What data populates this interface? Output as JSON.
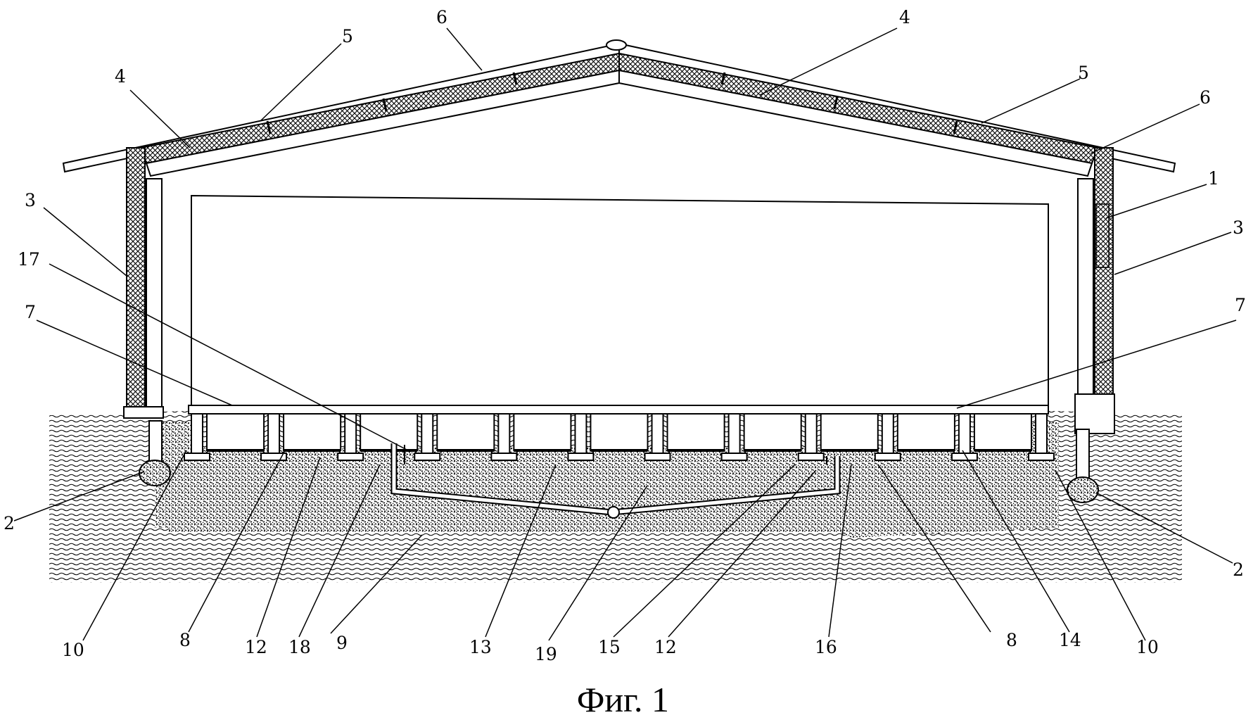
{
  "caption": "Фиг. 1",
  "colors": {
    "ink": "#000000",
    "paper": "#ffffff"
  },
  "labels": {
    "roof_panel_left": "4",
    "roof_panel_right": "4",
    "roof_joint_left": "5",
    "roof_joint_right": "5",
    "roof_cover_left": "6",
    "roof_cover_right": "6",
    "wall_panel": "1",
    "wall_left": "3",
    "wall_right": "3",
    "connector": "17",
    "floor_beam_left": "7",
    "floor_beam_right": "7",
    "drain_left": "2",
    "drain_right": "2",
    "support_left": "10",
    "support_right": "10",
    "cell_left": "8",
    "cell_right": "8",
    "pad_left": "12",
    "pad_right": "12",
    "post": "18",
    "soil": "9",
    "backfill": "13",
    "collector": "19",
    "pipe": "15",
    "outlet": "16",
    "block": "14"
  }
}
